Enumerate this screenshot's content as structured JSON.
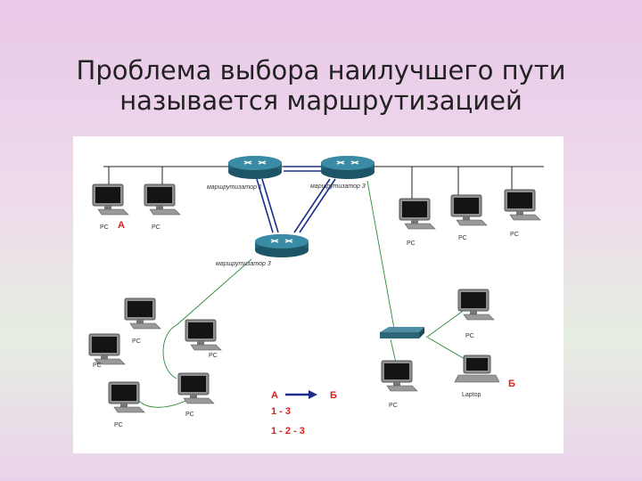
{
  "title": {
    "line1": "Проблема выбора наилучшего пути",
    "line2": "называется маршрутизацией"
  },
  "diagram": {
    "routers": [
      "маршрутизатор 1",
      "маршрутизатор 3",
      "маршрутизатор 3"
    ],
    "pc_label": "PC",
    "laptop_label": "Laptop",
    "point_a": "A",
    "point_b": "Б",
    "legend_a": "А",
    "legend_b": "Б",
    "route_1": "1 - 3",
    "route_2": "1 - 2 - 3"
  },
  "colors": {
    "route_text": "#d9211e",
    "router_body": "#2f7a92",
    "cable": "#1b2d8a",
    "link": "#2d8a3a"
  }
}
